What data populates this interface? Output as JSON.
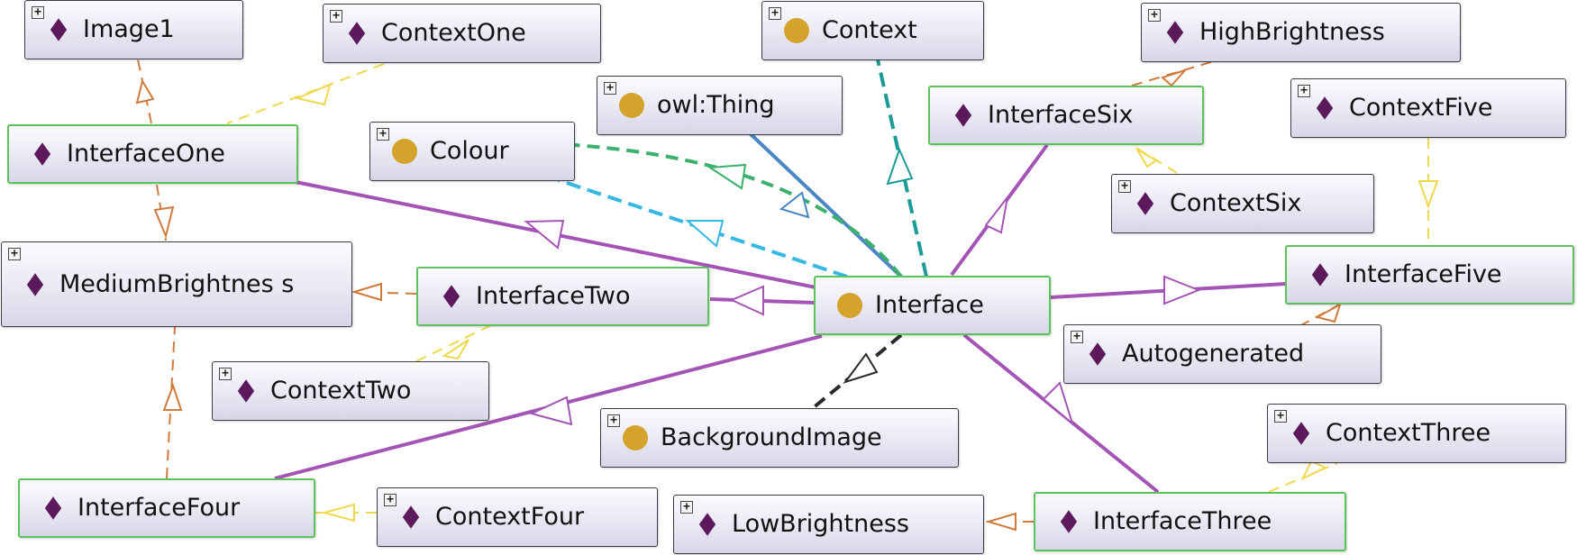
{
  "nodes": {
    "interface": {
      "label": "Interface",
      "kind": "class"
    },
    "context": {
      "label": "Context",
      "kind": "class"
    },
    "owl_thing": {
      "label": "owl:Thing",
      "kind": "class"
    },
    "colour": {
      "label": "Colour",
      "kind": "class"
    },
    "background_image": {
      "label": "BackgroundImage",
      "kind": "class"
    },
    "image1": {
      "label": "Image1",
      "kind": "individual"
    },
    "context_one": {
      "label": "ContextOne",
      "kind": "individual"
    },
    "interface_one": {
      "label": "InterfaceOne",
      "kind": "individual"
    },
    "medium_brightness": {
      "label": "MediumBrightnes s",
      "kind": "individual"
    },
    "interface_two": {
      "label": "InterfaceTwo",
      "kind": "individual"
    },
    "context_two": {
      "label": "ContextTwo",
      "kind": "individual"
    },
    "interface_four": {
      "label": "InterfaceFour",
      "kind": "individual"
    },
    "context_four": {
      "label": "ContextFour",
      "kind": "individual"
    },
    "low_brightness": {
      "label": "LowBrightness",
      "kind": "individual"
    },
    "interface_three": {
      "label": "InterfaceThree",
      "kind": "individual"
    },
    "context_three": {
      "label": "ContextThree",
      "kind": "individual"
    },
    "autogenerated": {
      "label": "Autogenerated",
      "kind": "individual"
    },
    "interface_five": {
      "label": "InterfaceFive",
      "kind": "individual"
    },
    "context_five": {
      "label": "ContextFive",
      "kind": "individual"
    },
    "context_six": {
      "label": "ContextSix",
      "kind": "individual"
    },
    "interface_six": {
      "label": "InterfaceSix",
      "kind": "individual"
    },
    "high_brightness": {
      "label": "HighBrightness",
      "kind": "individual"
    }
  },
  "edges": [
    {
      "from": "interface",
      "to": "interface_one",
      "color": "#a454b4",
      "style": "solid"
    },
    {
      "from": "interface",
      "to": "interface_two",
      "color": "#a454b4",
      "style": "solid"
    },
    {
      "from": "interface",
      "to": "interface_four",
      "color": "#a454b4",
      "style": "solid"
    },
    {
      "from": "interface",
      "to": "interface_three",
      "color": "#a454b4",
      "style": "solid"
    },
    {
      "from": "interface",
      "to": "interface_five",
      "color": "#a454b4",
      "style": "solid"
    },
    {
      "from": "interface",
      "to": "interface_six",
      "color": "#a454b4",
      "style": "solid"
    },
    {
      "from": "interface",
      "to": "owl_thing",
      "color": "#4a86c4",
      "style": "solid"
    },
    {
      "from": "interface",
      "to": "context",
      "color": "#1a9c96",
      "style": "dashed"
    },
    {
      "from": "interface",
      "to": "colour",
      "color": "#3cb06c",
      "style": "dashed"
    },
    {
      "from": "interface",
      "to": "colour",
      "color": "#36b8e4",
      "style": "dashed"
    },
    {
      "from": "interface",
      "to": "background_image",
      "color": "#2a2a2a",
      "style": "dashed"
    },
    {
      "from": "context_one",
      "to": "interface_one",
      "color": "#f0d84c",
      "style": "dashed"
    },
    {
      "from": "interface_one",
      "to": "image1",
      "color": "#d07a3c",
      "style": "dashed"
    },
    {
      "from": "interface_one",
      "to": "medium_brightness",
      "color": "#d07a3c",
      "style": "dashed"
    },
    {
      "from": "interface_two",
      "to": "medium_brightness",
      "color": "#d07a3c",
      "style": "dashed"
    },
    {
      "from": "context_two",
      "to": "interface_two",
      "color": "#f0d84c",
      "style": "dashed"
    },
    {
      "from": "interface_four",
      "to": "medium_brightness",
      "color": "#d07a3c",
      "style": "dashed"
    },
    {
      "from": "context_four",
      "to": "interface_four",
      "color": "#f0d84c",
      "style": "dashed"
    },
    {
      "from": "interface_three",
      "to": "low_brightness",
      "color": "#d07a3c",
      "style": "dashed"
    },
    {
      "from": "interface_three",
      "to": "context_three",
      "color": "#f0d84c",
      "style": "dashed"
    },
    {
      "from": "autogenerated",
      "to": "interface_five",
      "color": "#d07a3c",
      "style": "dashed"
    },
    {
      "from": "context_five",
      "to": "interface_five",
      "color": "#f0d84c",
      "style": "dashed"
    },
    {
      "from": "context_six",
      "to": "interface_six",
      "color": "#f0d84c",
      "style": "dashed"
    },
    {
      "from": "interface_six",
      "to": "high_brightness",
      "color": "#d07a3c",
      "style": "dashed"
    }
  ]
}
